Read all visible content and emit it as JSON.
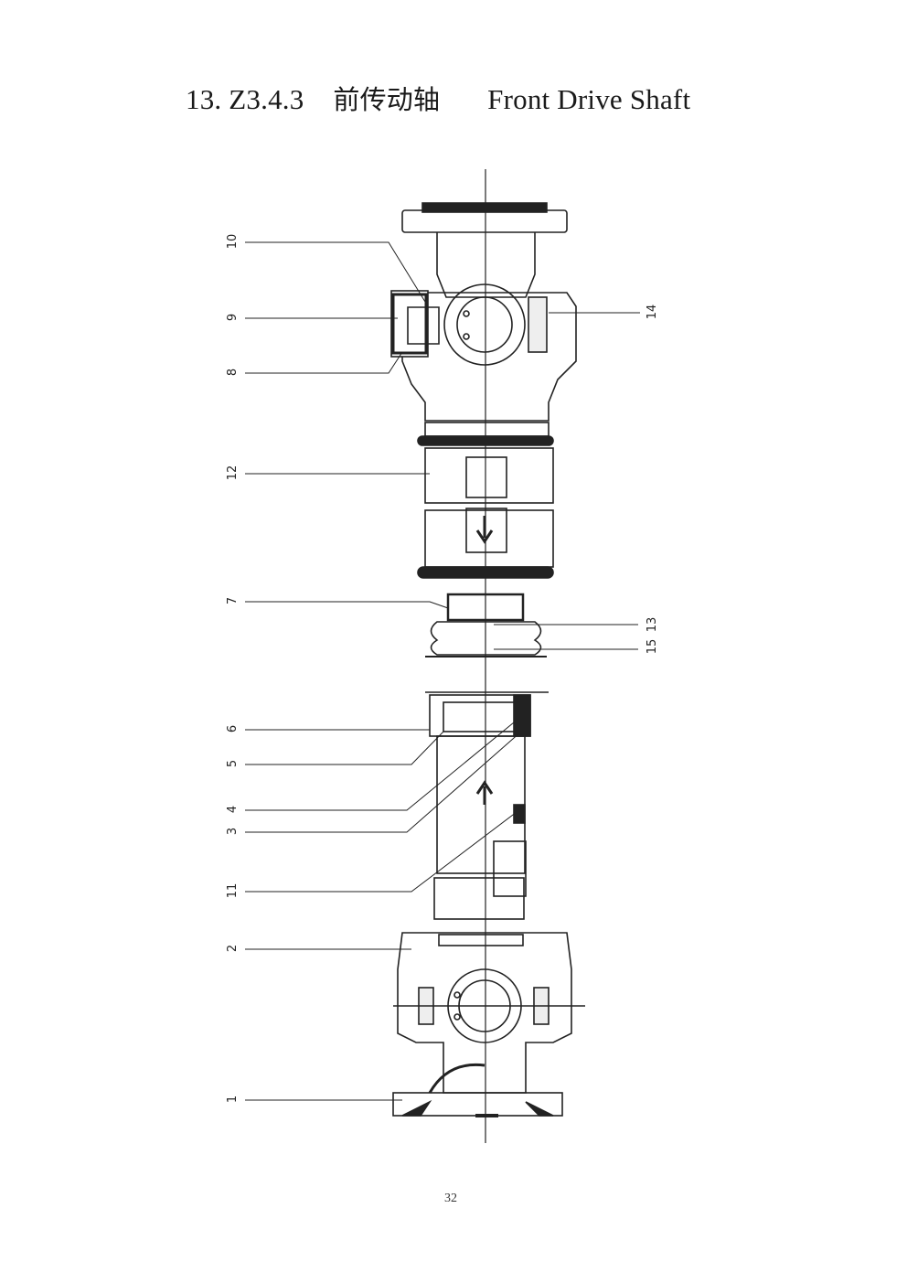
{
  "title": {
    "number": "13. Z3.4.3",
    "chinese": "前传动轴",
    "english": "Front Drive Shaft"
  },
  "callouts": [
    "10",
    "9",
    "8",
    "12",
    "7",
    "6",
    "5",
    "4",
    "3",
    "11",
    "2",
    "1",
    "14",
    "13",
    "15"
  ],
  "page_number": "32"
}
